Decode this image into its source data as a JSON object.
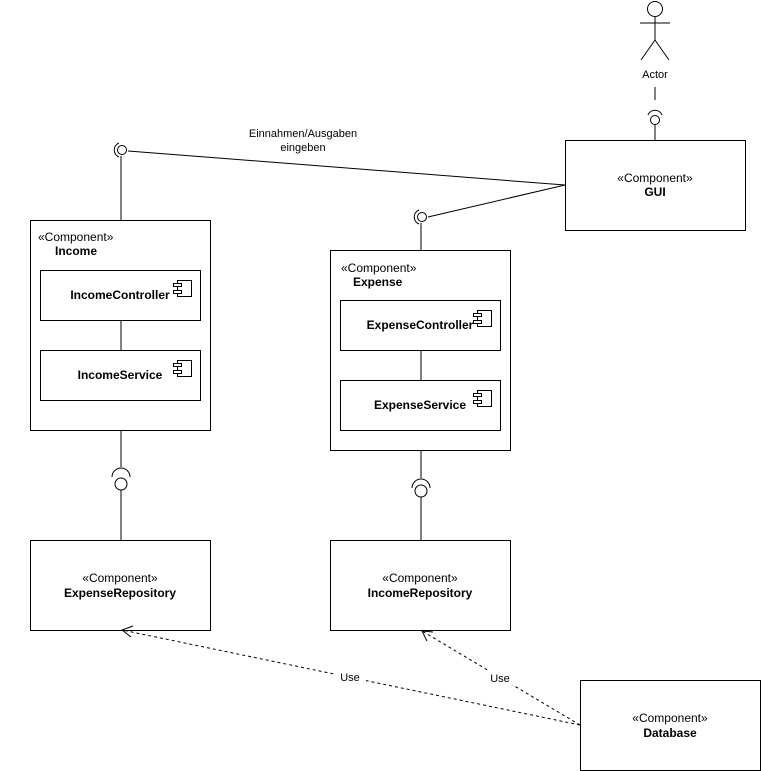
{
  "actor": {
    "label": "Actor"
  },
  "stereotype": "«Component»",
  "components": {
    "gui": {
      "name": "GUI"
    },
    "income": {
      "name": "Income"
    },
    "expense": {
      "name": "Expense"
    },
    "expense_repository": {
      "name": "ExpenseRepository"
    },
    "income_repository": {
      "name": "IncomeRepository"
    },
    "database": {
      "name": "Database"
    }
  },
  "subcomponents": {
    "income_controller": "IncomeController",
    "income_service": "IncomeService",
    "expense_controller": "ExpenseController",
    "expense_service": "ExpenseService"
  },
  "connectors": {
    "interface_label_line1": "Einnahmen/Ausgaben",
    "interface_label_line2": "eingeben",
    "use_label_left": "Use",
    "use_label_right": "Use"
  }
}
